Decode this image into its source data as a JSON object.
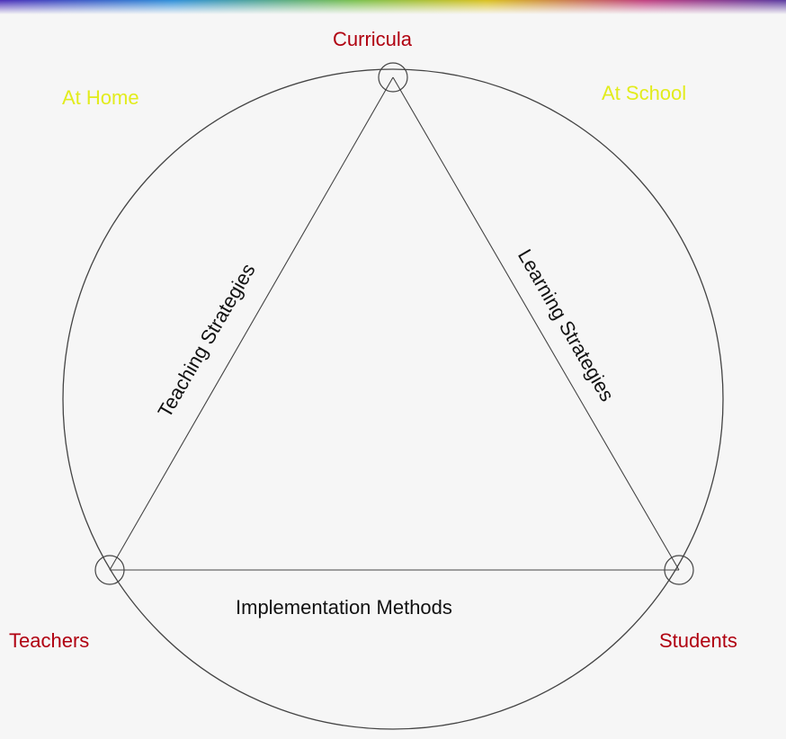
{
  "diagram": {
    "nodes": {
      "curricula": "Curricula",
      "teachers": "Teachers",
      "students": "Students"
    },
    "contexts": {
      "at_home": "At Home",
      "at_school": "At School"
    },
    "edges": {
      "teaching_strategies": "Teaching Strategies",
      "learning_strategies": "Learning Strategies",
      "implementation_methods": "Implementation Methods"
    }
  },
  "colors": {
    "background": "#f6f6f6",
    "node_text": "#b00010",
    "context_text": "#e2ec1c",
    "line": "#444444",
    "edge_text": "#111111",
    "top_strip": [
      "#4a2fb8",
      "#2f8fd8",
      "#7ac050",
      "#d9c020",
      "#c04080",
      "#5a3aa0"
    ]
  }
}
